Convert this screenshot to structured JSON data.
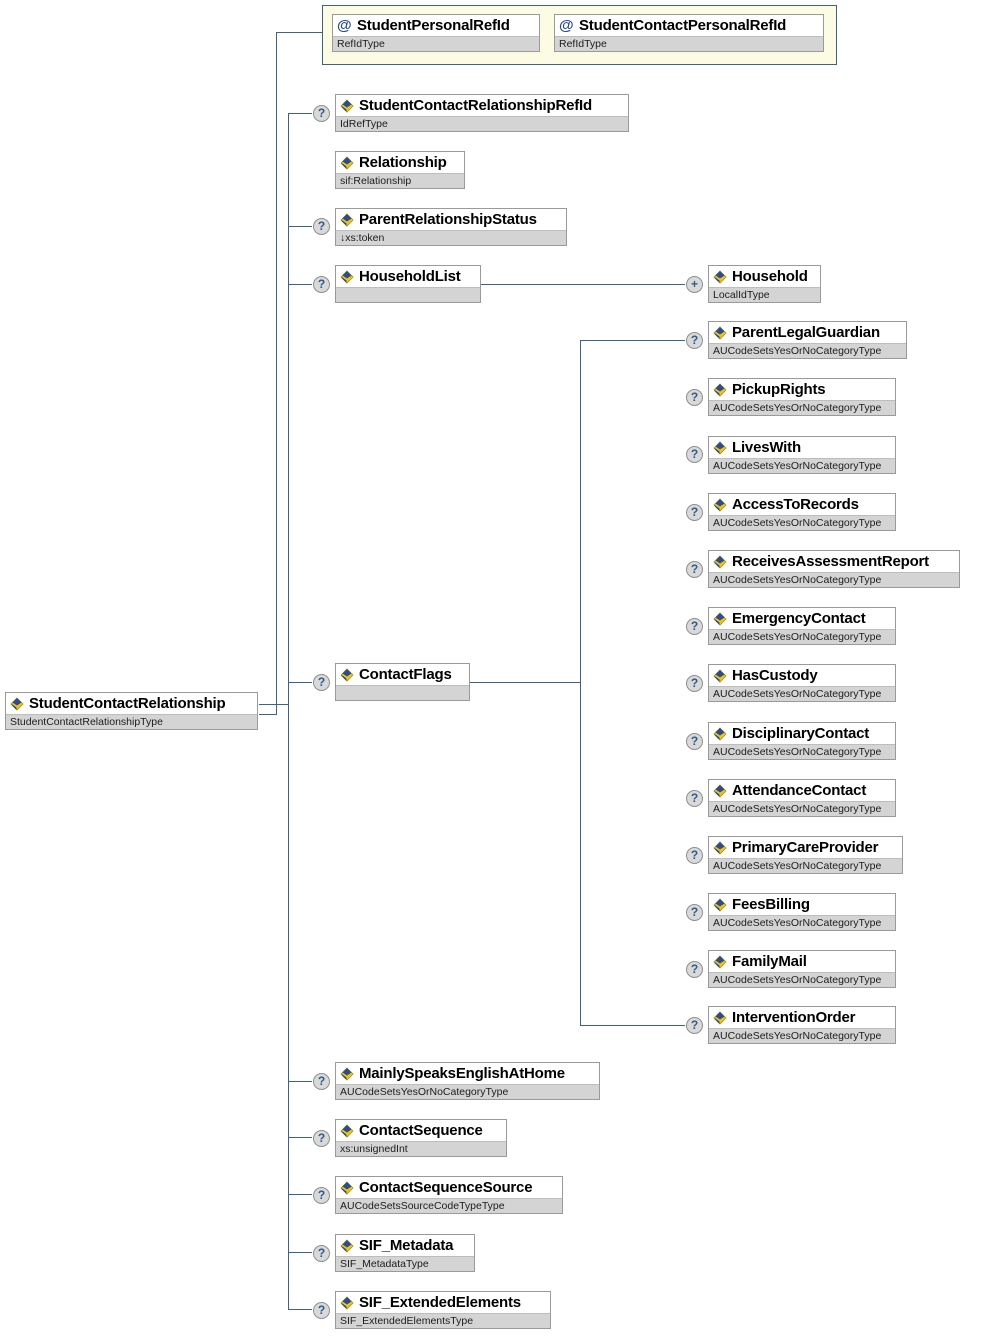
{
  "diagram": {
    "title": "StudentContactRelationship XSD element diagram",
    "colors": {
      "line": "#3c6287",
      "node_border": "#9a9a9a",
      "type_row_bg": "#d4d4d4",
      "attr_container_border": "#3c6287",
      "attr_container_bg": "#fcfce4",
      "marker_bg": "#d9d9d9",
      "marker_text": "#2e5c8a",
      "icon_blue": "#2a4d8f",
      "icon_yellow": "#f0c419"
    },
    "root": {
      "name": "StudentContactRelationship",
      "type": "StudentContactRelationshipType",
      "icon": "element-icon",
      "marker": ""
    },
    "attributes": [
      {
        "name": "StudentPersonalRefId",
        "type": "RefIdType",
        "icon": "attribute-icon"
      },
      {
        "name": "StudentContactPersonalRefId",
        "type": "RefIdType",
        "icon": "attribute-icon"
      }
    ],
    "children": [
      {
        "name": "StudentContactRelationshipRefId",
        "type": "IdRefType",
        "icon": "element-icon",
        "marker": "?"
      },
      {
        "name": "Relationship",
        "type": "sif:Relationship",
        "icon": "element-icon",
        "marker": ""
      },
      {
        "name": "ParentRelationshipStatus",
        "type": "↓xs:token",
        "icon": "element-icon",
        "marker": "?"
      },
      {
        "name": "HouseholdList",
        "type": "",
        "icon": "element-icon",
        "marker": "?"
      },
      {
        "name": "ContactFlags",
        "type": "",
        "icon": "element-icon",
        "marker": "?"
      },
      {
        "name": "MainlySpeaksEnglishAtHome",
        "type": "AUCodeSetsYesOrNoCategoryType",
        "icon": "element-icon",
        "marker": "?"
      },
      {
        "name": "ContactSequence",
        "type": "xs:unsignedInt",
        "icon": "element-icon",
        "marker": "?"
      },
      {
        "name": "ContactSequenceSource",
        "type": "AUCodeSetsSourceCodeTypeType",
        "icon": "element-icon",
        "marker": "?"
      },
      {
        "name": "SIF_Metadata",
        "type": "SIF_MetadataType",
        "icon": "element-icon",
        "marker": "?"
      },
      {
        "name": "SIF_ExtendedElements",
        "type": "SIF_ExtendedElementsType",
        "icon": "element-icon",
        "marker": "?"
      }
    ],
    "household_children": [
      {
        "name": "Household",
        "type": "LocalIdType",
        "icon": "element-icon",
        "marker": "+"
      }
    ],
    "contact_flags_children": [
      {
        "name": "ParentLegalGuardian",
        "type": "AUCodeSetsYesOrNoCategoryType",
        "icon": "element-icon",
        "marker": "?"
      },
      {
        "name": "PickupRights",
        "type": "AUCodeSetsYesOrNoCategoryType",
        "icon": "element-icon",
        "marker": "?"
      },
      {
        "name": "LivesWith",
        "type": "AUCodeSetsYesOrNoCategoryType",
        "icon": "element-icon",
        "marker": "?"
      },
      {
        "name": "AccessToRecords",
        "type": "AUCodeSetsYesOrNoCategoryType",
        "icon": "element-icon",
        "marker": "?"
      },
      {
        "name": "ReceivesAssessmentReport",
        "type": "AUCodeSetsYesOrNoCategoryType",
        "icon": "element-icon",
        "marker": "?"
      },
      {
        "name": "EmergencyContact",
        "type": "AUCodeSetsYesOrNoCategoryType",
        "icon": "element-icon",
        "marker": "?"
      },
      {
        "name": "HasCustody",
        "type": "AUCodeSetsYesOrNoCategoryType",
        "icon": "element-icon",
        "marker": "?"
      },
      {
        "name": "DisciplinaryContact",
        "type": "AUCodeSetsYesOrNoCategoryType",
        "icon": "element-icon",
        "marker": "?"
      },
      {
        "name": "AttendanceContact",
        "type": "AUCodeSetsYesOrNoCategoryType",
        "icon": "element-icon",
        "marker": "?"
      },
      {
        "name": "PrimaryCareProvider",
        "type": "AUCodeSetsYesOrNoCategoryType",
        "icon": "element-icon",
        "marker": "?"
      },
      {
        "name": "FeesBilling",
        "type": "AUCodeSetsYesOrNoCategoryType",
        "icon": "element-icon",
        "marker": "?"
      },
      {
        "name": "FamilyMail",
        "type": "AUCodeSetsYesOrNoCategoryType",
        "icon": "element-icon",
        "marker": "?"
      },
      {
        "name": "InterventionOrder",
        "type": "AUCodeSetsYesOrNoCategoryType",
        "icon": "element-icon",
        "marker": "?"
      }
    ]
  }
}
